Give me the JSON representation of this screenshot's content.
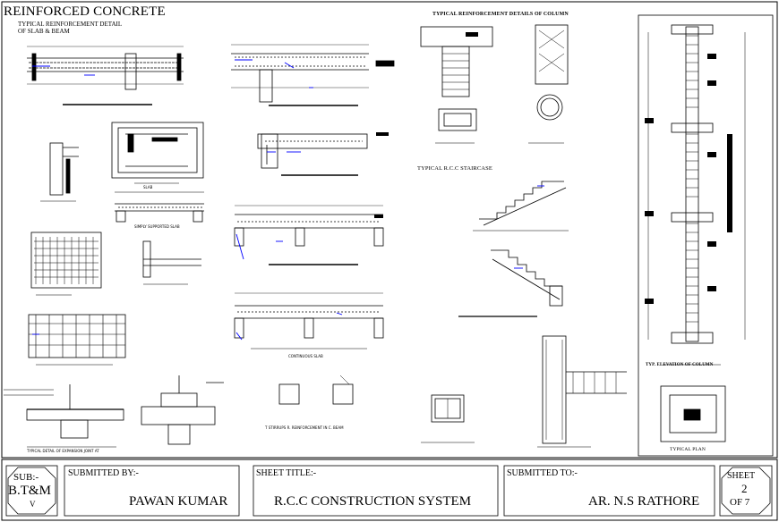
{
  "header": {
    "title": "REINFORCED CONCRETE",
    "subtitle_line1": "TYPICAL REINFORCEMENT DETAIL",
    "subtitle_line2": "OF SLAB & BEAM"
  },
  "captions": {
    "column_details": "TYPICAL REINFORCEMENT DETAILS OF COLUMN",
    "staircase": "TYPICAL R.C.C STAIRCASE",
    "slab": "SLAB",
    "simply_supported": "SIMPLY SUPPORTED SLAB",
    "continuous_slab": "CONTINUOUS SLAB",
    "elevation": "TYP. ELEVATION OF COLUMN",
    "typical_plan": "TYPICAL PLAN",
    "expansion_joint": "TYPICAL DETAIL OF EXPANSION JOINT AT",
    "stirrup_labels": "T STIRRUPS     R. REINFORCEMENT IN     C. BEAM"
  },
  "title_block": {
    "sub_label": "SUB:-",
    "sub_value": "B.T&M",
    "sub_roman": "V",
    "submitted_by_label": "SUBMITTED BY:-",
    "submitted_by_value": "PAWAN KUMAR",
    "sheet_title_label": "SHEET TITLE:-",
    "sheet_title_value": "R.C.C CONSTRUCTION SYSTEM",
    "submitted_to_label": "SUBMITTED TO:-",
    "submitted_to_value": "AR. N.S RATHORE",
    "sheet_label": "SHEET",
    "sheet_number": "2",
    "sheet_of": "OF 7"
  },
  "colors": {
    "ink": "#000000",
    "rebar_blue": "#0000ff",
    "paper": "#ffffff"
  }
}
